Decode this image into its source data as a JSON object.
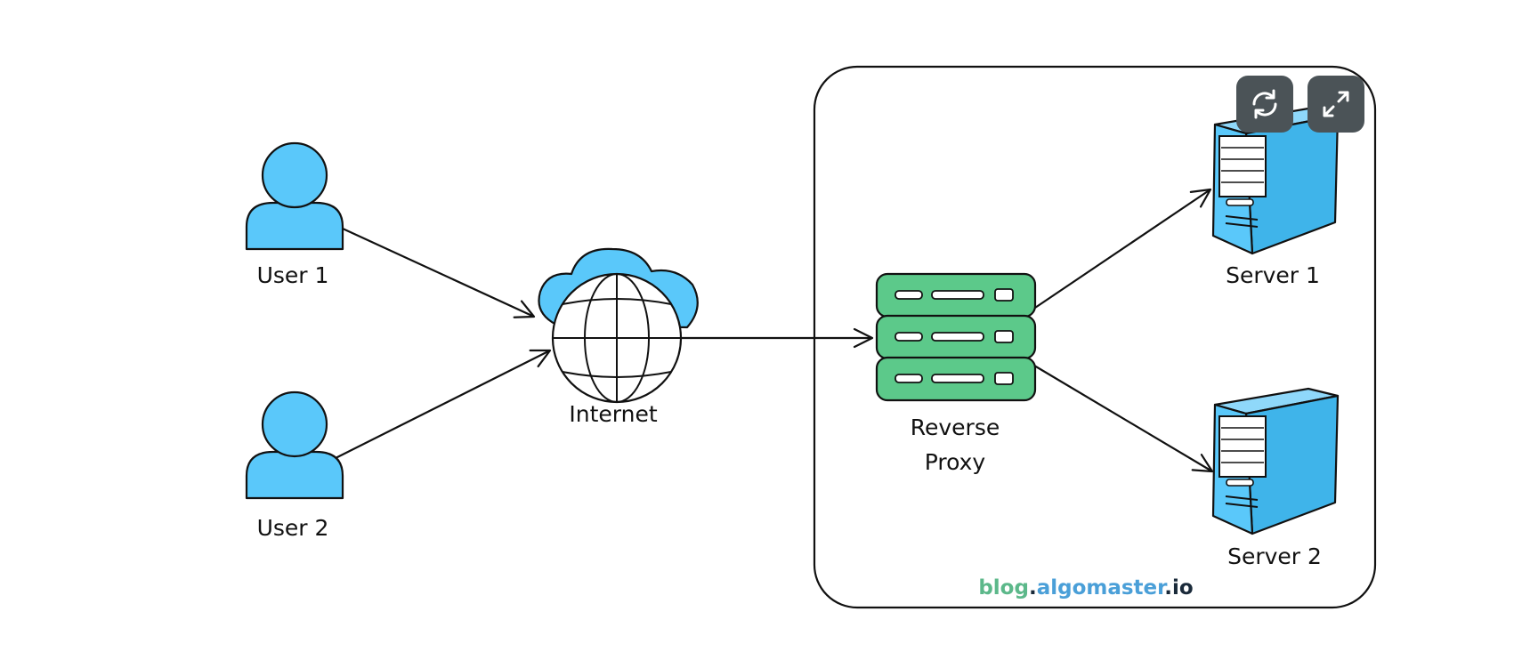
{
  "nodes": {
    "user1": {
      "label": "User 1"
    },
    "user2": {
      "label": "User 2"
    },
    "internet": {
      "label": "Internet"
    },
    "proxy": {
      "label_line1": "Reverse",
      "label_line2": "Proxy"
    },
    "server1": {
      "label": "Server 1"
    },
    "server2": {
      "label": "Server 2"
    }
  },
  "watermark": {
    "part1": "blog",
    "dot1": ".",
    "part2": "algomaster",
    "dot2": ".",
    "part3": "io"
  },
  "controls": {
    "refresh_icon": "refresh-icon",
    "expand_icon": "expand-icon"
  },
  "colors": {
    "user_fill": "#5ac8fa",
    "cloud_fill": "#5ac8fa",
    "proxy_fill": "#5cc98a",
    "server_fill": "#5ac8fa",
    "watermark_green": "#5cb88a",
    "watermark_blue": "#4a9fd8",
    "watermark_dark": "#1a2a3a",
    "control_bg": "#4b5357"
  }
}
